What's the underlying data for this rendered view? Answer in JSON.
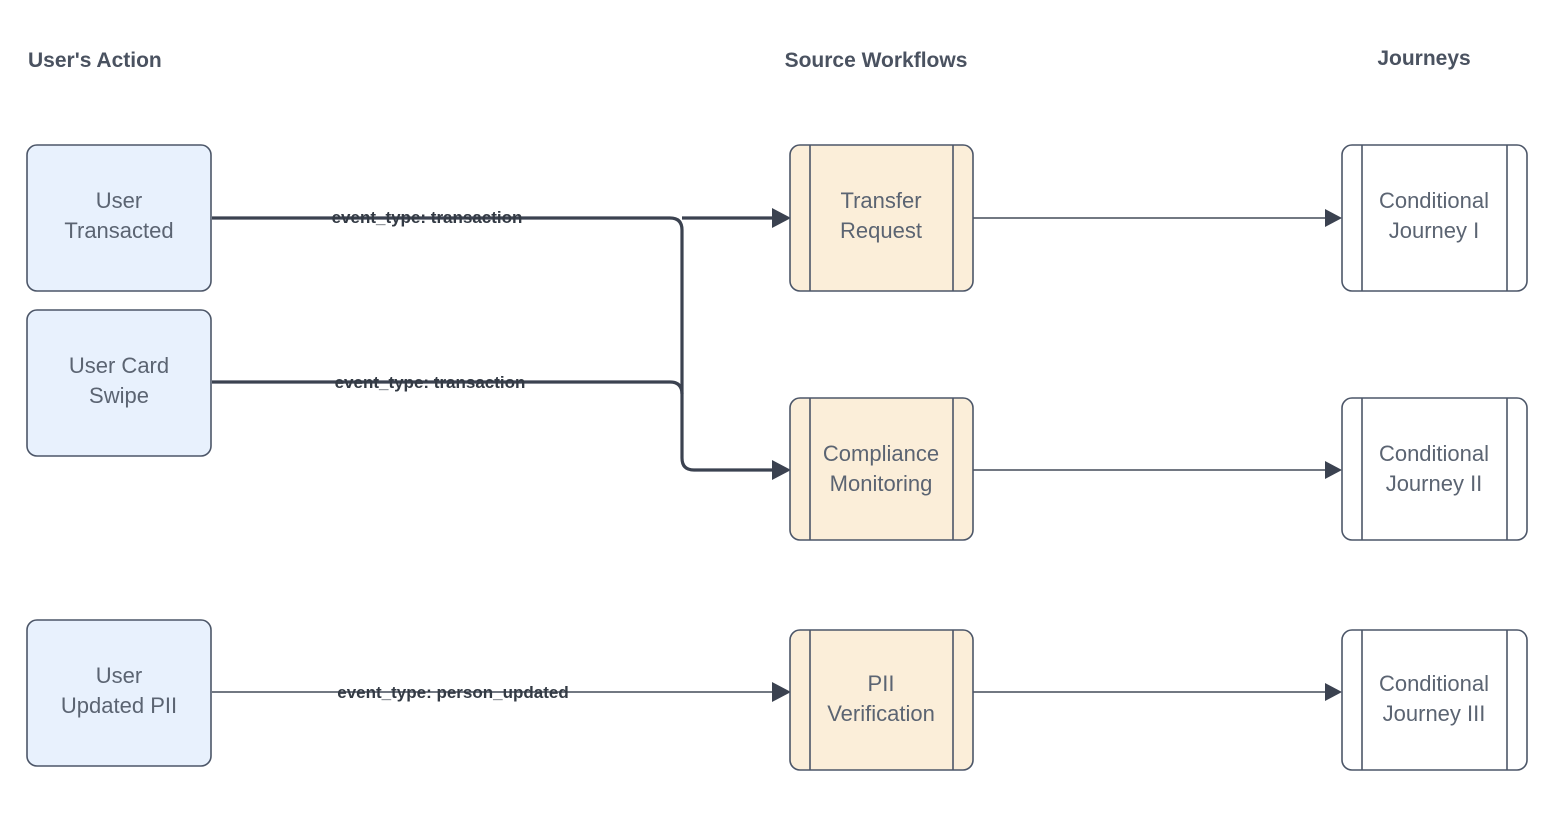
{
  "diagram": {
    "title": "Event routing from user actions to source workflows to journeys",
    "background_color": "#ffffff",
    "columns": [
      {
        "id": "users-action",
        "label": "User's Action"
      },
      {
        "id": "source-workflows",
        "label": "Source Workflows"
      },
      {
        "id": "journeys",
        "label": "Journeys"
      }
    ],
    "colors": {
      "action_fill": "#e8f1fd",
      "workflow_fill": "#fbeed9",
      "journey_fill": "#ffffff",
      "node_stroke": "#4c5668",
      "edge_stroke": "#3b4250",
      "header_text": "#4a5260",
      "node_text": "#5b6472",
      "edge_label_text": "#333a44"
    },
    "actions": [
      {
        "id": "user-transacted",
        "line1": "User",
        "line2": "Transacted"
      },
      {
        "id": "user-card-swipe",
        "line1": "User Card",
        "line2": "Swipe"
      },
      {
        "id": "user-updated-pii",
        "line1": "User",
        "line2": "Updated PII"
      }
    ],
    "workflows": [
      {
        "id": "transfer-request",
        "line1": "Transfer",
        "line2": "Request"
      },
      {
        "id": "compliance-monitoring",
        "line1": "Compliance",
        "line2": "Monitoring"
      },
      {
        "id": "pii-verification",
        "line1": "PII",
        "line2": "Verification"
      }
    ],
    "journeys": [
      {
        "id": "conditional-journey-1",
        "line1": "Conditional",
        "line2": "Journey I"
      },
      {
        "id": "conditional-journey-2",
        "line1": "Conditional",
        "line2": "Journey II"
      },
      {
        "id": "conditional-journey-3",
        "line1": "Conditional",
        "line2": "Journey III"
      }
    ],
    "edge_labels": {
      "transacted_to_workflows": "event_type: transaction",
      "card_swipe_to_workflows": "event_type: transaction",
      "pii_to_workflow": "event_type: person_updated"
    },
    "edges": [
      {
        "id": "edge-user-transacted",
        "from": "user-transacted",
        "to": "transfer-request",
        "label": "event_type: transaction",
        "weight": "thick"
      },
      {
        "id": "edge-user-card-swipe",
        "from": "user-card-swipe",
        "to": "compliance-monitoring",
        "label": "event_type: transaction",
        "weight": "thick"
      },
      {
        "id": "edge-user-updated-pii",
        "from": "user-updated-pii",
        "to": "pii-verification",
        "label": "event_type: person_updated",
        "weight": "thin"
      },
      {
        "id": "edge-transfer-to-journey-1",
        "from": "transfer-request",
        "to": "conditional-journey-1",
        "label": "",
        "weight": "thin"
      },
      {
        "id": "edge-compliance-to-journey-2",
        "from": "compliance-monitoring",
        "to": "conditional-journey-2",
        "label": "",
        "weight": "thin"
      },
      {
        "id": "edge-pii-to-journey-3",
        "from": "pii-verification",
        "to": "conditional-journey-3",
        "label": "",
        "weight": "thin"
      }
    ]
  }
}
